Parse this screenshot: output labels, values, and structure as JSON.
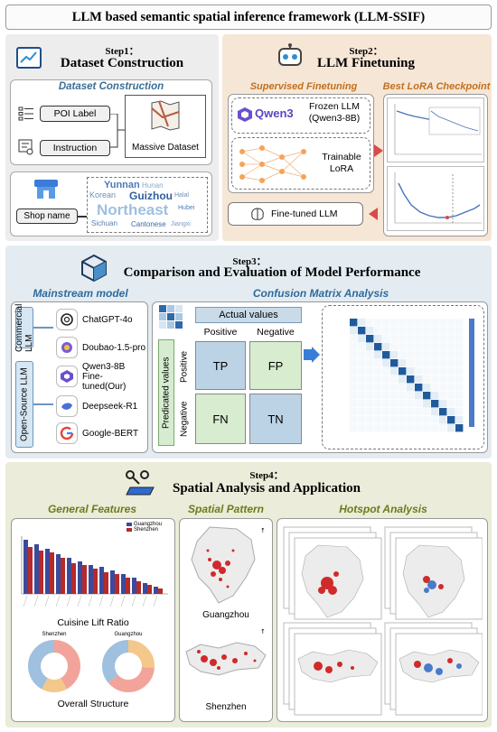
{
  "title": "LLM based semantic spatial inference framework (LLM-SSIF)",
  "step1": {
    "label": "Step1：",
    "heading": "Dataset Construction",
    "inner_title": "Dataset Construction",
    "poi_label": "POI Label",
    "instruction": "Instruction",
    "massive_dataset": "Massive Dataset",
    "shop_name": "Shop name",
    "wordcloud": [
      "Northeast",
      "Yunnan",
      "Korean",
      "Guizhou",
      "Hunan",
      "Sichuan",
      "Cantonese",
      "Halal",
      "Jiangxi",
      "Hubei"
    ]
  },
  "step2": {
    "label": "Step2：",
    "heading": "LLM Finetuning",
    "supervised": "Supervised Finetuning",
    "best_lora": "Best LoRA Checkpoint",
    "qwen_logo": "Qwen3",
    "frozen_llm": "Frozen LLM (Qwen3-8B)",
    "trainable": "Trainable LoRA",
    "finetuned": "Fine-tuned LLM"
  },
  "step3": {
    "label": "Step3：",
    "heading": "Comparison and Evaluation of Model Performance",
    "mainstream": "Mainstream model",
    "confusion": "Confusion Matrix Analysis",
    "commercial": "Commercial LLM",
    "open_source": "Open-Source LLM",
    "models": [
      {
        "name": "ChatGPT-4o",
        "icon": "chatgpt-icon"
      },
      {
        "name": "Doubao-1.5-pro",
        "icon": "doubao-icon"
      },
      {
        "name": "Qwen3-8B Fine-tuned(Our)",
        "icon": "qwen-icon"
      },
      {
        "name": "Deepseek-R1",
        "icon": "deepseek-icon"
      },
      {
        "name": "Google-BERT",
        "icon": "google-icon"
      }
    ],
    "actual_values": "Actual values",
    "positive": "Positive",
    "negative": "Negative",
    "predicated_values": "Predicated values",
    "tp": "TP",
    "fp": "FP",
    "fn": "FN",
    "tn": "TN"
  },
  "step4": {
    "label": "Step4：",
    "heading": "Spatial Analysis and Application",
    "general": "General Features",
    "spatial": "Spatial Pattern",
    "hotspot": "Hotspot Analysis",
    "legend": [
      "Guangzhou",
      "Shenzhen"
    ],
    "cuisine_lift": "Cuisine Lift Ratio",
    "donut_titles": [
      "Shenzhen",
      "Guangzhou"
    ],
    "overall": "Overall Structure",
    "city1": "Guangzhou",
    "city2": "Shenzhen",
    "colors": {
      "guangzhou": "#3b4a9c",
      "shenzhen": "#b52a2a"
    }
  }
}
